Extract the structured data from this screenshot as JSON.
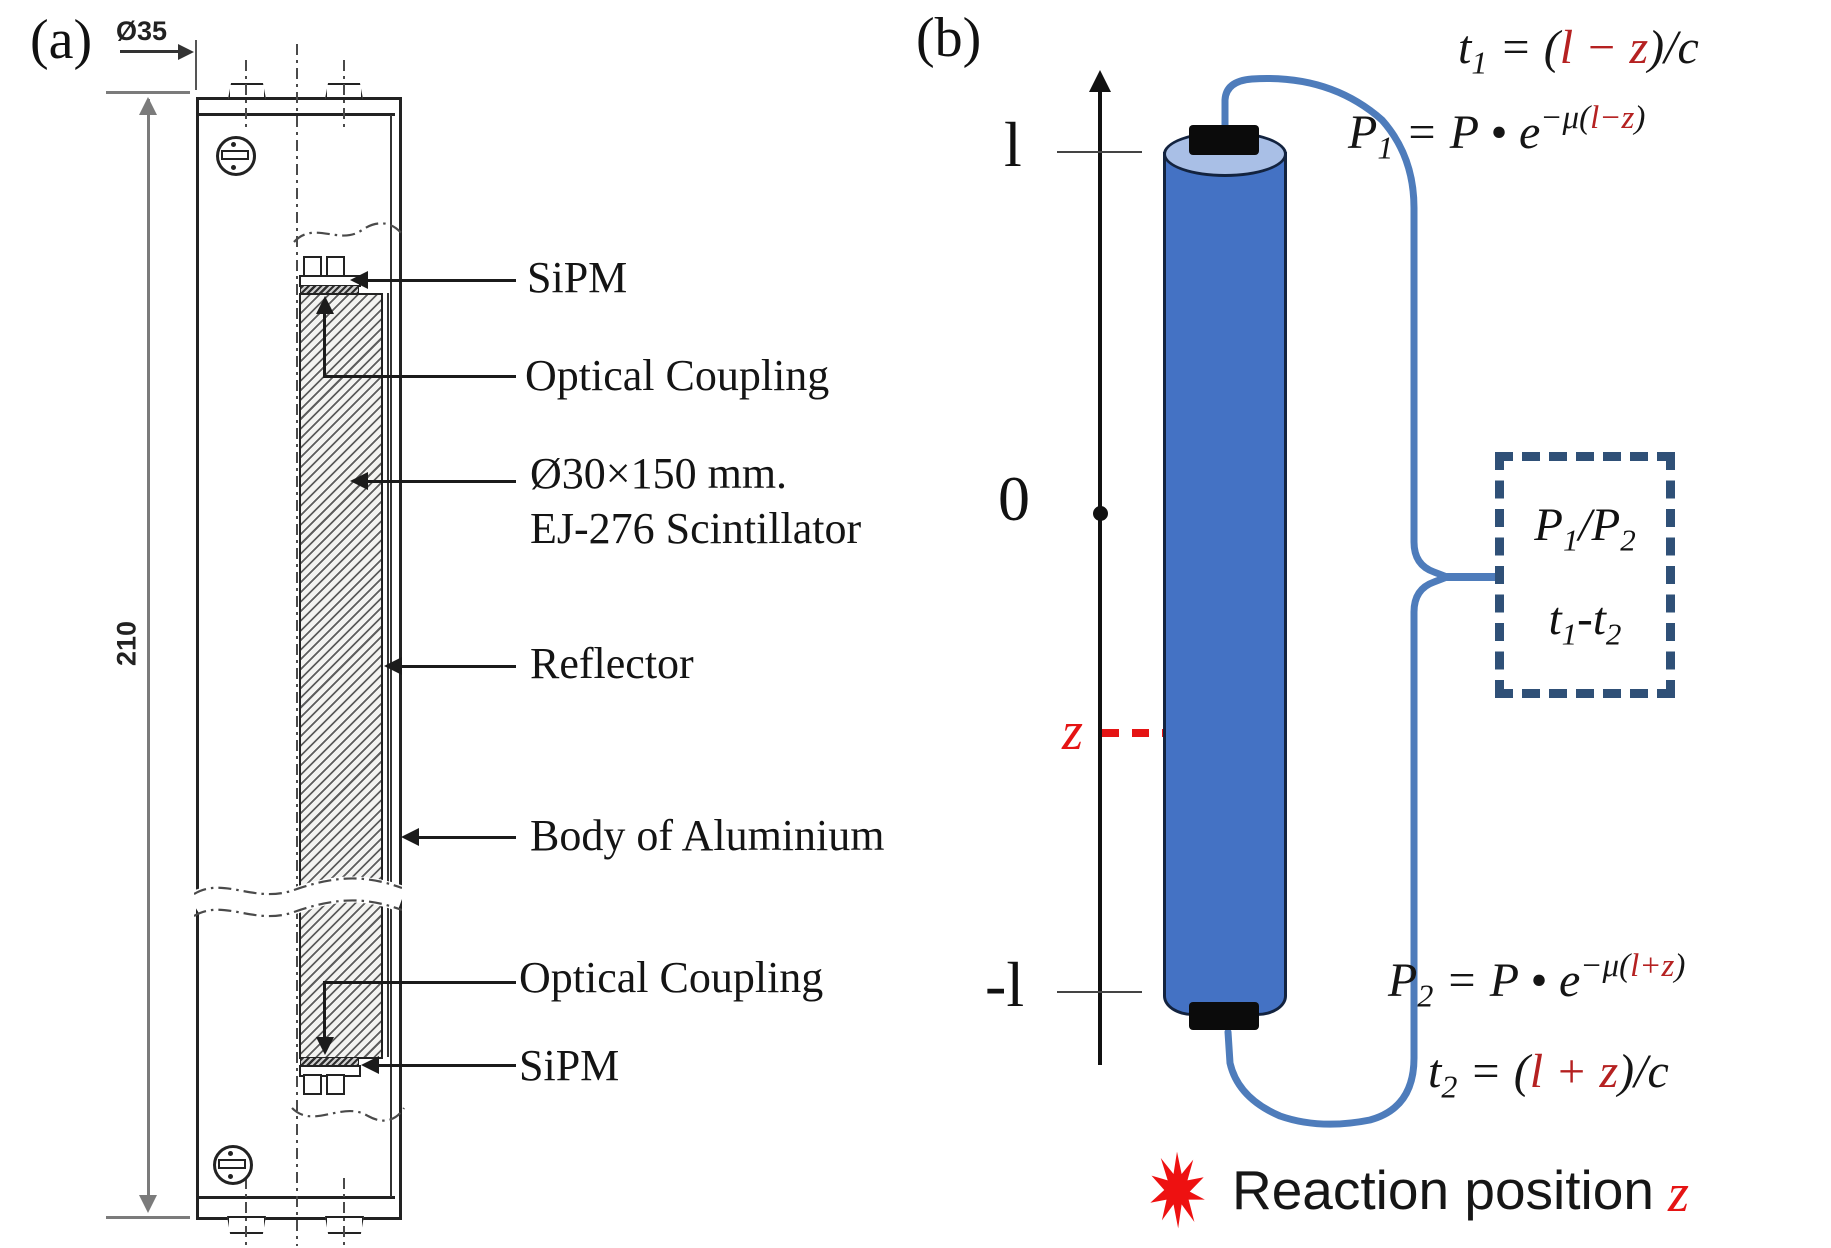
{
  "colors": {
    "blue": "#4472C4",
    "blue_light": "#A9BFE6",
    "wire": "#4E7CBB",
    "box_blue": "#2F5077",
    "red_eq": "#B52121",
    "red_bright": "#E51414",
    "ink": "#1B1B1B",
    "dim_gray": "#7B7B7B"
  },
  "panel_a": {
    "label": "(a)",
    "dim_diameter": "Ø35",
    "dim_height": "210",
    "labels": {
      "sipm_top": "SiPM",
      "optical_top": "Optical Coupling",
      "scint_line1": "Ø30×150 mm.",
      "scint_line2": "EJ-276 Scintillator",
      "reflector": "Reflector",
      "body": "Body of Aluminium",
      "optical_bottom": "Optical Coupling",
      "sipm_bottom": "SiPM"
    }
  },
  "panel_b": {
    "label": "(b)",
    "axis": {
      "top": "l",
      "zero": "0",
      "z": "z",
      "bottom": "-l"
    },
    "eq": {
      "t1": {
        "v": "t",
        "sub": "1",
        "mid": " = (",
        "red": "l − z",
        "tail": ")/c"
      },
      "p1": {
        "v": "P",
        "sub": "1",
        "mid": " = P • e",
        "sup1": "−μ(",
        "supred": "l−z",
        "sup2": ")"
      },
      "p2": {
        "v": "P",
        "sub": "2",
        "mid": " = P • e",
        "sup1": "−μ(",
        "supred": "l+z",
        "sup2": ")"
      },
      "t2": {
        "v": "t",
        "sub": "2",
        "mid": " = (",
        "red": "l + z",
        "tail": ")/c"
      }
    },
    "box": {
      "line1": {
        "a": "P",
        "asub": "1",
        "op": "/",
        "b": "P",
        "bsub": "2"
      },
      "line2": {
        "a": "t",
        "asub": "1",
        "op": "-",
        "b": "t",
        "bsub": "2"
      }
    },
    "legend": {
      "text": "Reaction position",
      "z": "z"
    }
  }
}
